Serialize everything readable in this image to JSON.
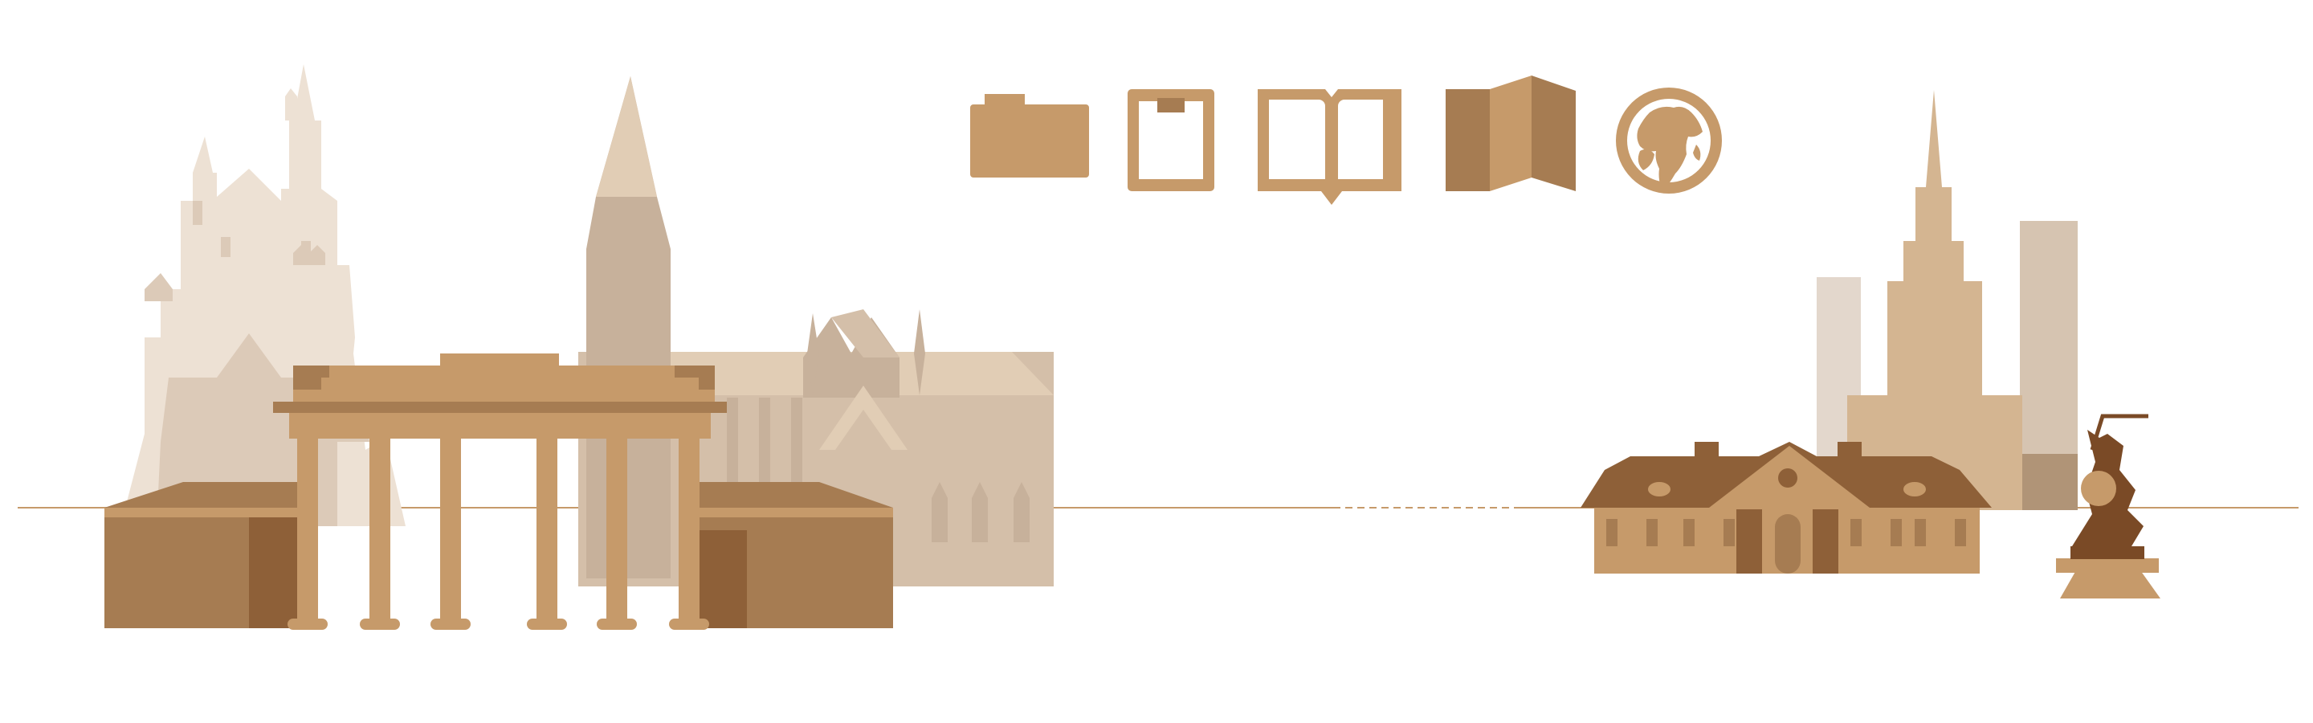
{
  "colors": {
    "background": "#ffffff",
    "ground_line": "#c69a6a",
    "castle_light": "#ede1d4",
    "castle_mid": "#dccab8",
    "church_tan": "#d4bfa9",
    "church_spire": "#e1cdb5",
    "church_shade": "#c7b19b",
    "gate_main": "#c69a6a",
    "gate_dark": "#a67c52",
    "pavilion_main": "#a67c52",
    "pavilion_dark": "#8e6038",
    "manor_roof": "#8e6038",
    "manor_wall": "#c69a6a",
    "tower_main": "#d4b591",
    "tower_pale": "#e3d7cc",
    "tower_grey": "#d6c4b1",
    "statue_dark": "#7a4a26",
    "statue_base": "#c69a6a",
    "icon_fill": "#c69a6a",
    "icon_dark": "#a67c52"
  },
  "icons": [
    {
      "name": "folder-icon"
    },
    {
      "name": "package-icon"
    },
    {
      "name": "open-book-icon"
    },
    {
      "name": "folded-map-icon"
    },
    {
      "name": "globe-icon"
    }
  ],
  "landmarks": {
    "left_group": [
      "castle-illustration",
      "cathedral-illustration",
      "colonnade-gate-illustration",
      "pavilion-left-illustration",
      "pavilion-right-illustration"
    ],
    "right_group": [
      "skyscraper-tower-illustration",
      "manor-house-illustration",
      "mermaid-statue-illustration"
    ]
  }
}
